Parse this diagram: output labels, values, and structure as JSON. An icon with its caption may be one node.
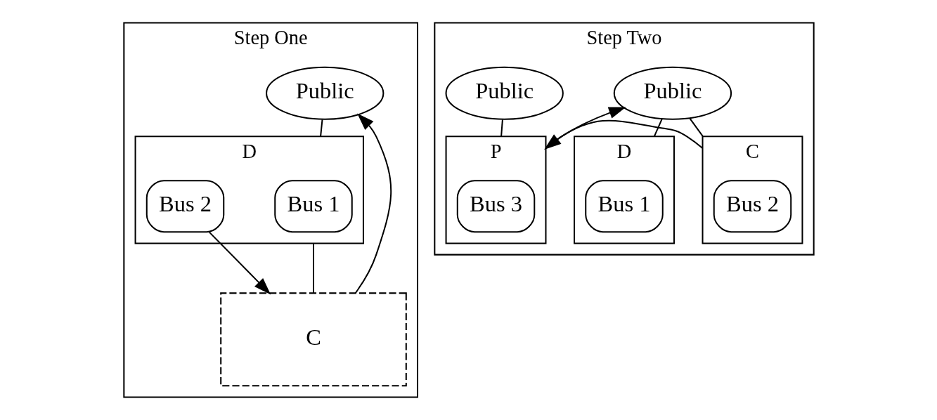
{
  "diagram": {
    "nodes": [
      {
        "text": [
          "Step One"
        ]
      },
      {
        "text": [
          "Public"
        ],
        "in": 0
      },
      {
        "text": [
          "D"
        ],
        "in": 0
      },
      {
        "text": [
          "Bus 1"
        ],
        "in": 2
      },
      {
        "text": [
          "Bus 2"
        ],
        "in": 2
      },
      {
        "text": [
          "C"
        ],
        "in": 0
      },
      {
        "text": [
          "Step Two"
        ]
      },
      {
        "text": [
          "Public"
        ],
        "in": 6
      },
      {
        "text": [
          "Public"
        ],
        "in": 6
      },
      {
        "text": [
          "D"
        ],
        "in": 6
      },
      {
        "text": [
          "Bus 1"
        ],
        "in": 9
      },
      {
        "text": [
          "C"
        ],
        "in": 6
      },
      {
        "text": [
          "Bus 2"
        ],
        "in": 11
      },
      {
        "text": [
          "P"
        ],
        "in": 6
      },
      {
        "text": [
          "Bus 3"
        ],
        "in": 13
      }
    ],
    "edges": [
      {
        "from": 1,
        "to": 2,
        "arrow": "none"
      },
      {
        "from": 2,
        "to": 5,
        "arrow": "none"
      },
      {
        "from": 4,
        "to": 5,
        "arrow": "to"
      },
      {
        "from": 5,
        "to": 1,
        "arrow": "to"
      },
      {
        "from": 7,
        "to": 9,
        "arrow": "none"
      },
      {
        "from": 7,
        "to": 11,
        "arrow": "none"
      },
      {
        "from": 13,
        "to": 7,
        "arrow": "to"
      },
      {
        "from": 8,
        "to": 13,
        "arrow": "none"
      },
      {
        "from": 11,
        "to": 13,
        "arrow": "to"
      }
    ]
  }
}
